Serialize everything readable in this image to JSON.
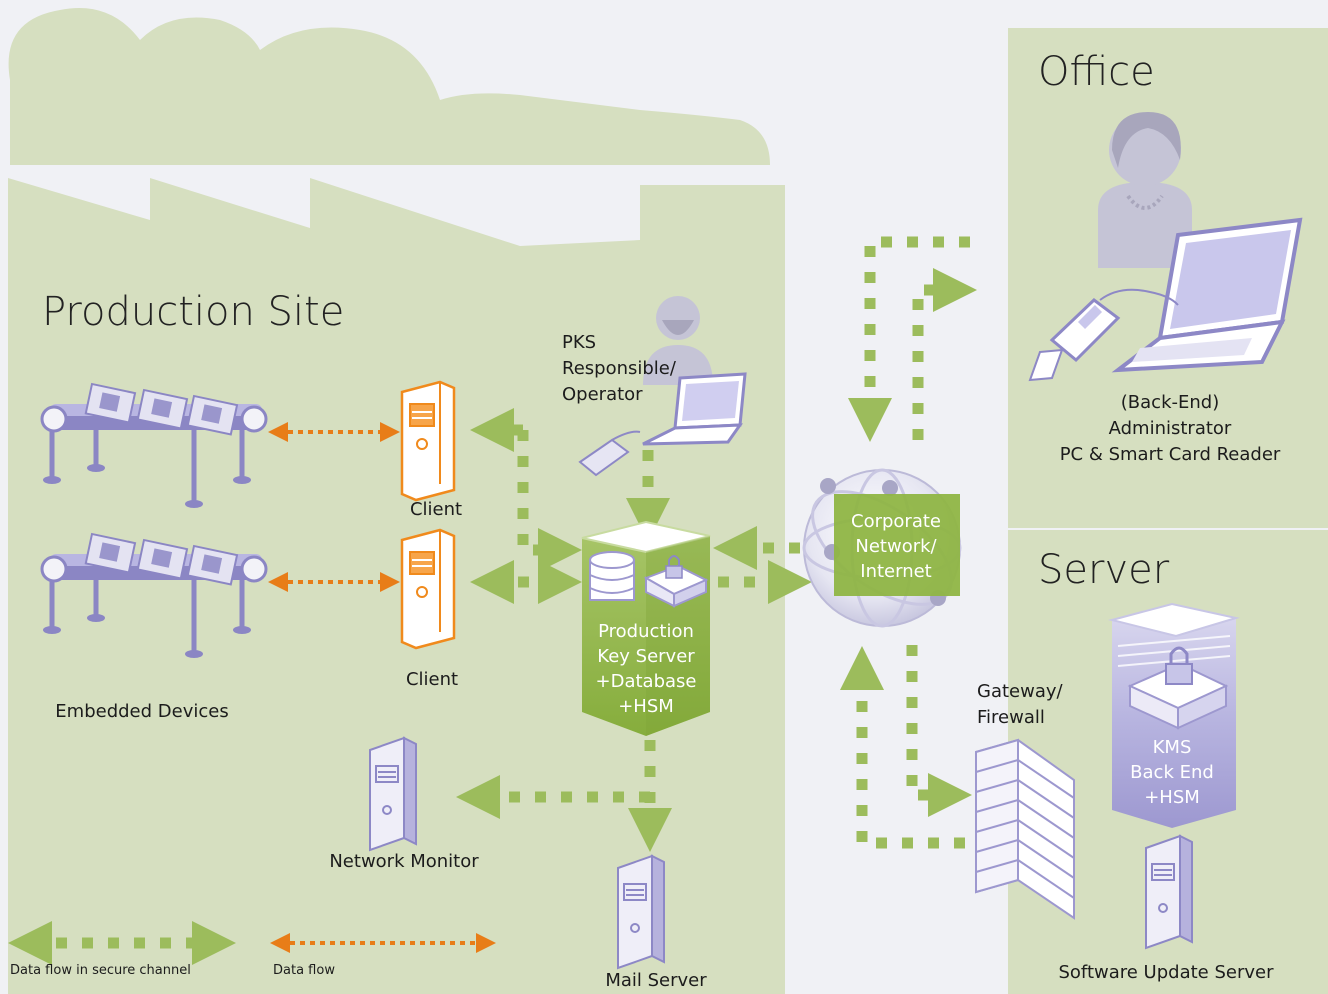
{
  "zones": {
    "production": "Production Site",
    "office": "Office",
    "server": "Server"
  },
  "labels": {
    "pks_operator": [
      "PKS",
      "Responsible/",
      "Operator"
    ],
    "client_top": "Client",
    "client_bottom": "Client",
    "embedded_devices": "Embedded Devices",
    "production_key_server": [
      "Production",
      "Key Server",
      "+Database",
      "+HSM"
    ],
    "corporate_network": [
      "Corporate",
      "Network/",
      "Internet"
    ],
    "admin": [
      "(Back-End)",
      "Administrator",
      "PC & Smart Card Reader"
    ],
    "gateway": [
      "Gateway/",
      "Firewall"
    ],
    "kms": [
      "KMS",
      "Back End",
      "+HSM"
    ],
    "network_monitor": "Network Monitor",
    "mail_server": "Mail Server",
    "software_update_server": "Software Update Server"
  },
  "legend": {
    "secure_channel": "Data flow in secure channel",
    "data_flow": "Data flow"
  },
  "colors": {
    "background": "#f0f1f5",
    "zone_fill": "#d6dfc0",
    "secure_flow": "#9cbc5c",
    "data_flow": "#e87d18",
    "server_green": "#8fb544",
    "device_purple": "#b3b0de",
    "client_orange": "#f08a1c"
  }
}
